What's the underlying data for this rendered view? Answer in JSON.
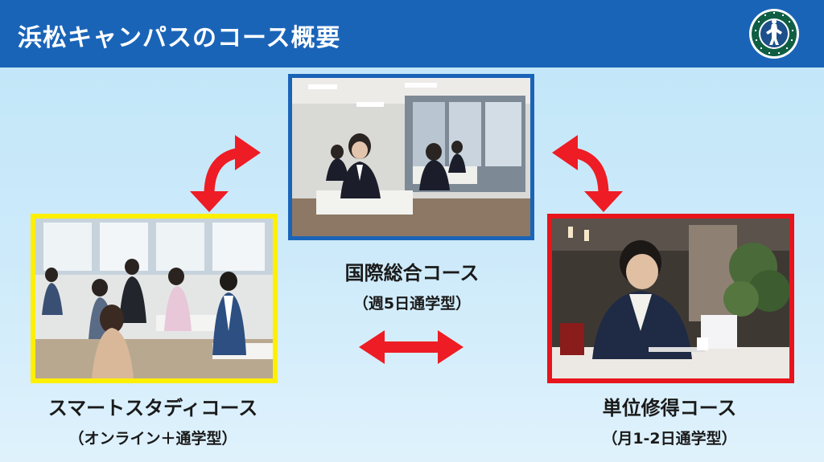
{
  "header": {
    "title": "浜松キャンパスのコース概要",
    "logo_icon": "school-emblem-icon",
    "colors": {
      "background": "#1a64b8",
      "text": "#ffffff"
    }
  },
  "courses": [
    {
      "name": "国際総合コース",
      "schedule": "（週5日通学型）",
      "photo": "classroom-students-photo",
      "border_color": "#1a64b8"
    },
    {
      "name": "スマートスタディコース",
      "schedule": "（オンライン＋通学型）",
      "photo": "group-classroom-photo",
      "border_color": "#ffef00"
    },
    {
      "name": "単位修得コース",
      "schedule": "（月1-2日通学型）",
      "photo": "student-with-laptop-photo",
      "border_color": "#e8141c"
    }
  ],
  "arrows": {
    "color": "#ee1c24",
    "icons": [
      "curved-double-arrow-icon",
      "curved-double-arrow-icon",
      "horizontal-double-arrow-icon"
    ]
  }
}
